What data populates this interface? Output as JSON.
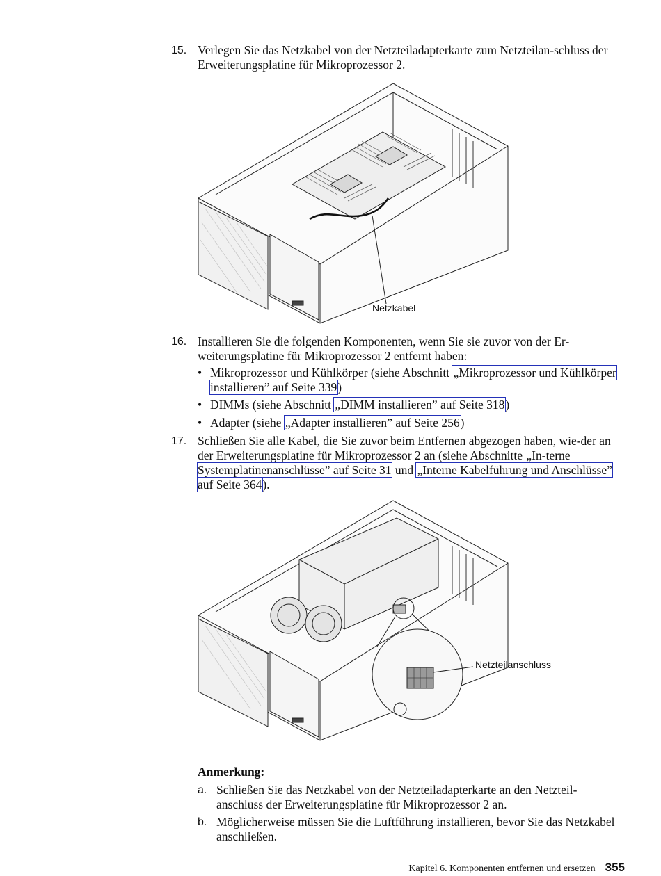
{
  "steps": [
    {
      "num": "15.",
      "text": "Verlegen Sie das Netzkabel von der Netzteiladapterkarte zum Netzteilan-schluss der Erweiterungsplatine für Mikroprozessor 2."
    },
    {
      "num": "16.",
      "text": "Installieren Sie die folgenden Komponenten, wenn Sie sie zuvor von der Er-weiterungsplatine für Mikroprozessor 2 entfernt haben:"
    },
    {
      "num": "17.",
      "text_1": "Schließen Sie alle Kabel, die Sie zuvor beim Entfernen abgezogen haben, wie-der an der Erweiterungsplatine für Mikroprozessor 2 an (siehe Abschnitte ",
      "link_1": "„In-terne Systemplatinenanschlüsse” auf Seite 31",
      "text_2": " und ",
      "link_2": "„Interne Kabelführung und Anschlüsse” auf Seite 364",
      "text_3": ")."
    }
  ],
  "bullets": [
    {
      "prefix": "Mikroprozessor und Kühlkörper (siehe Abschnitt ",
      "link": "„Mikroprozessor und Kühlkörper installieren” auf Seite 339",
      "suffix": ")"
    },
    {
      "prefix": "DIMMs (siehe Abschnitt ",
      "link": "„DIMM installieren” auf Seite 318",
      "suffix": ")"
    },
    {
      "prefix": "Adapter (siehe ",
      "link": "„Adapter installieren” auf Seite 256",
      "suffix": ")"
    }
  ],
  "figures": {
    "figure_1_label": "Netzkabel",
    "figure_2_label": "Netzteilanschluss"
  },
  "note": {
    "heading": "Anmerkung:",
    "items": [
      {
        "letter": "a.",
        "text": "Schließen Sie das Netzkabel von der Netzteiladapterkarte an den Netzteil-anschluss der Erweiterungsplatine für Mikroprozessor 2 an."
      },
      {
        "letter": "b.",
        "text": "Möglicherweise müssen Sie die Luftführung installieren, bevor Sie das Netzkabel anschließen."
      }
    ]
  },
  "footer": {
    "chapter": "Kapitel 6. Komponenten entfernen und ersetzen",
    "page_number": "355"
  }
}
